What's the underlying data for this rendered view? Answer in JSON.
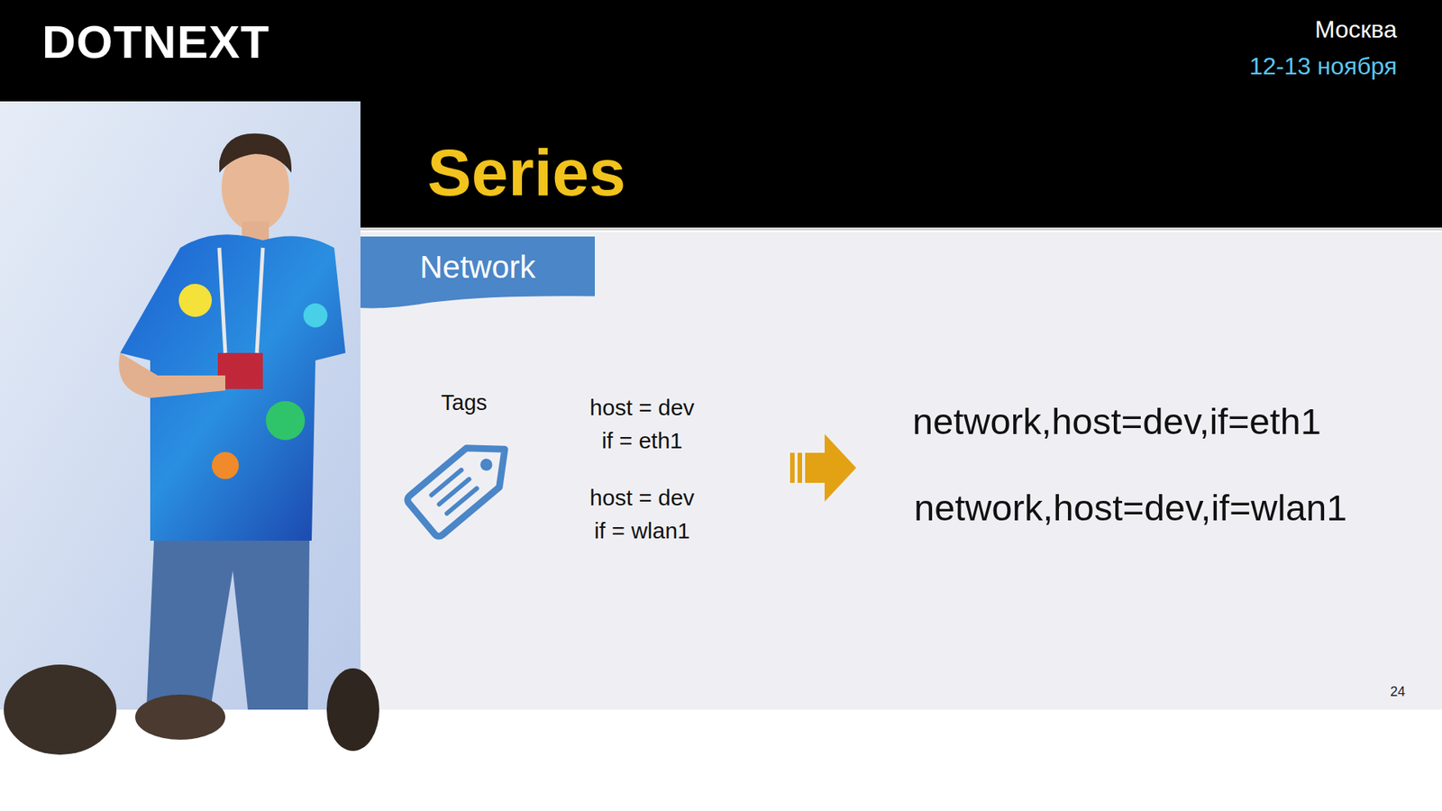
{
  "diagram": {
    "title": "Series",
    "nodes": [
      {
        "text": [
          "Network"
        ]
      }
    ],
    "labels": [
      "DOTNEXT",
      "Москва",
      "12-13 ноября",
      "Tags",
      "host = dev",
      "if = eth1",
      "host = dev",
      "if = wlan1",
      "network,host=dev,if=eth1",
      "network,host=dev,if=wlan1",
      "24"
    ]
  }
}
